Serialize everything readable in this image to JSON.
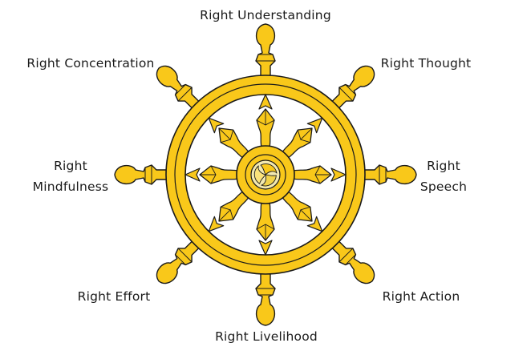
{
  "diagram": {
    "wheel_color": "#f9c81a",
    "outline_color": "#1a1a1a",
    "hub_color": "#f3e9b0",
    "paths": {
      "top": "Right Understanding",
      "top_right": "Right Thought",
      "right": [
        "Right",
        "Speech"
      ],
      "bottom_right": "Right Action",
      "bottom": "Right Livelihood",
      "bottom_left": "Right Effort",
      "left": [
        "Right",
        "Mindfulness"
      ],
      "top_left": "Right Concentration"
    }
  }
}
